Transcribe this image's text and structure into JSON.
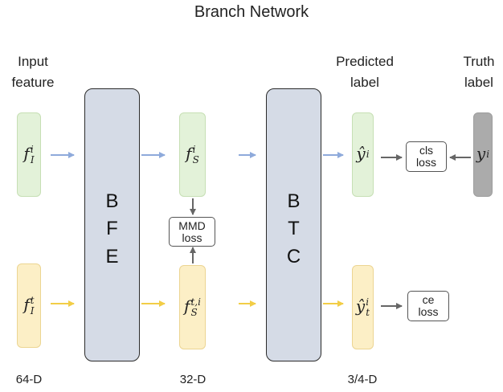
{
  "title": "Branch Network",
  "headers": {
    "input": [
      "Input",
      "feature"
    ],
    "predicted": [
      "Predicted",
      "label"
    ],
    "truth": [
      "Truth",
      "label"
    ]
  },
  "blocks": {
    "bfe": [
      "B",
      "F",
      "E"
    ],
    "btc": [
      "B",
      "T",
      "C"
    ]
  },
  "symbols": {
    "f_source_input": {
      "base": "f",
      "sup": "i",
      "sub": "I"
    },
    "f_target_input": {
      "base": "f",
      "sup": "t",
      "sub": "I"
    },
    "f_source_mid": {
      "base": "f",
      "sup": "i",
      "sub": "S"
    },
    "f_target_mid": {
      "base": "f",
      "sup": "t,i",
      "sub": "S"
    },
    "y_pred_source": {
      "base": "ŷ",
      "sup": "i",
      "sub": ""
    },
    "y_pred_target": {
      "base": "ŷ",
      "sup": "i",
      "sub": "t"
    },
    "y_truth": {
      "base": "y",
      "sup": "i",
      "sub": ""
    }
  },
  "losses": {
    "mmd": [
      "MMD",
      "loss"
    ],
    "cls": [
      "cls",
      "loss"
    ],
    "ce": [
      "ce",
      "loss"
    ]
  },
  "dims": {
    "input": "64-D",
    "mid": "32-D",
    "out": "3/4-D"
  },
  "colors": {
    "blue_arrow": "#8eaadb",
    "yellow_arrow": "#f2cd46",
    "dark_arrow": "#666666",
    "green_fill": "#e3f2d9",
    "yellow_fill": "#fcefc6",
    "block_fill": "#d5dbe6",
    "truth_fill": "#ababab"
  }
}
